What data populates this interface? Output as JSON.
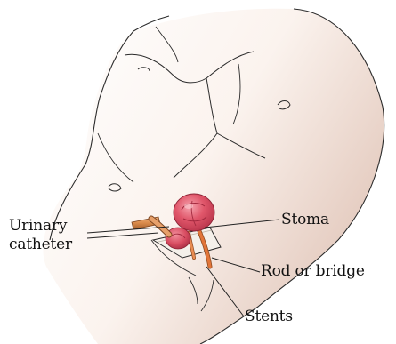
{
  "callouts": {
    "urinary_catheter_line1": "Urinary",
    "urinary_catheter_line2": "catheter",
    "stoma": "Stoma",
    "rod_or_bridge": "Rod or bridge",
    "stents": "Stents"
  },
  "colors": {
    "skin_light": "#fbf4ef",
    "skin_shade": "#e6d0c6",
    "outline": "#2b2b2b",
    "stoma_main": "#e0566a",
    "stoma_dark": "#b8344a",
    "stoma_light": "#f39aa6",
    "catheter": "#d98a4a",
    "catheter_dark": "#a45f2c",
    "stent": "#e2763a",
    "rod": "#f4f0ea",
    "leader_line": "#222222"
  },
  "icons": [
    "torso-illustration",
    "stoma-illustration",
    "catheter-illustration",
    "stent-illustration",
    "rod-illustration"
  ]
}
